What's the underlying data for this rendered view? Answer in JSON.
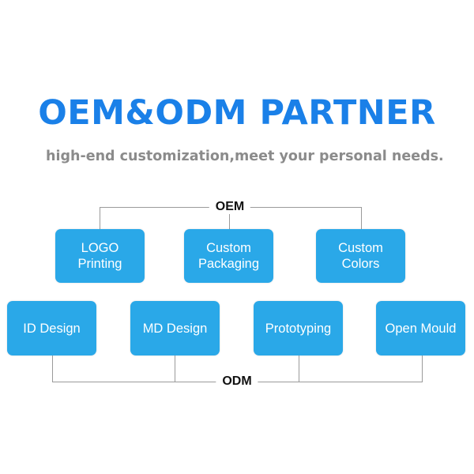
{
  "title": "OEM&ODM PARTNER",
  "subtitle": "high-end customization,meet your personal needs.",
  "colors": {
    "title": "#1a80e8",
    "box": "#2aa8e8",
    "subtitle": "#8b8b8b"
  },
  "oem": {
    "label": "OEM",
    "items": [
      {
        "line1": "LOGO",
        "line2": "Printing"
      },
      {
        "line1": "Custom",
        "line2": "Packaging"
      },
      {
        "line1": "Custom",
        "line2": "Colors"
      }
    ]
  },
  "odm": {
    "label": "ODM",
    "items": [
      "ID Design",
      "MD Design",
      "Prototyping",
      "Open Mould"
    ]
  }
}
